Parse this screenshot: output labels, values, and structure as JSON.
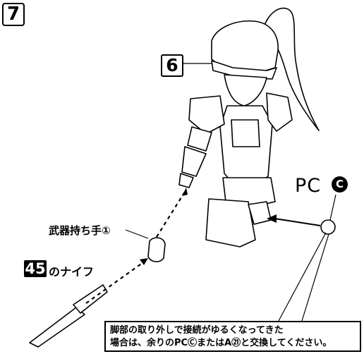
{
  "step_number": "7",
  "reference_step": "6",
  "pc_label": "PC",
  "pc_part_letter": "C",
  "hand_label": "武器持ち手①",
  "knife_part_number": "45",
  "knife_label": "のナイフ",
  "note_line1": "脚部の取り外しで接続がゆるくなってきた",
  "note_line2": "場合は、余りのPCⒸまたはA㉑と交換してください。"
}
